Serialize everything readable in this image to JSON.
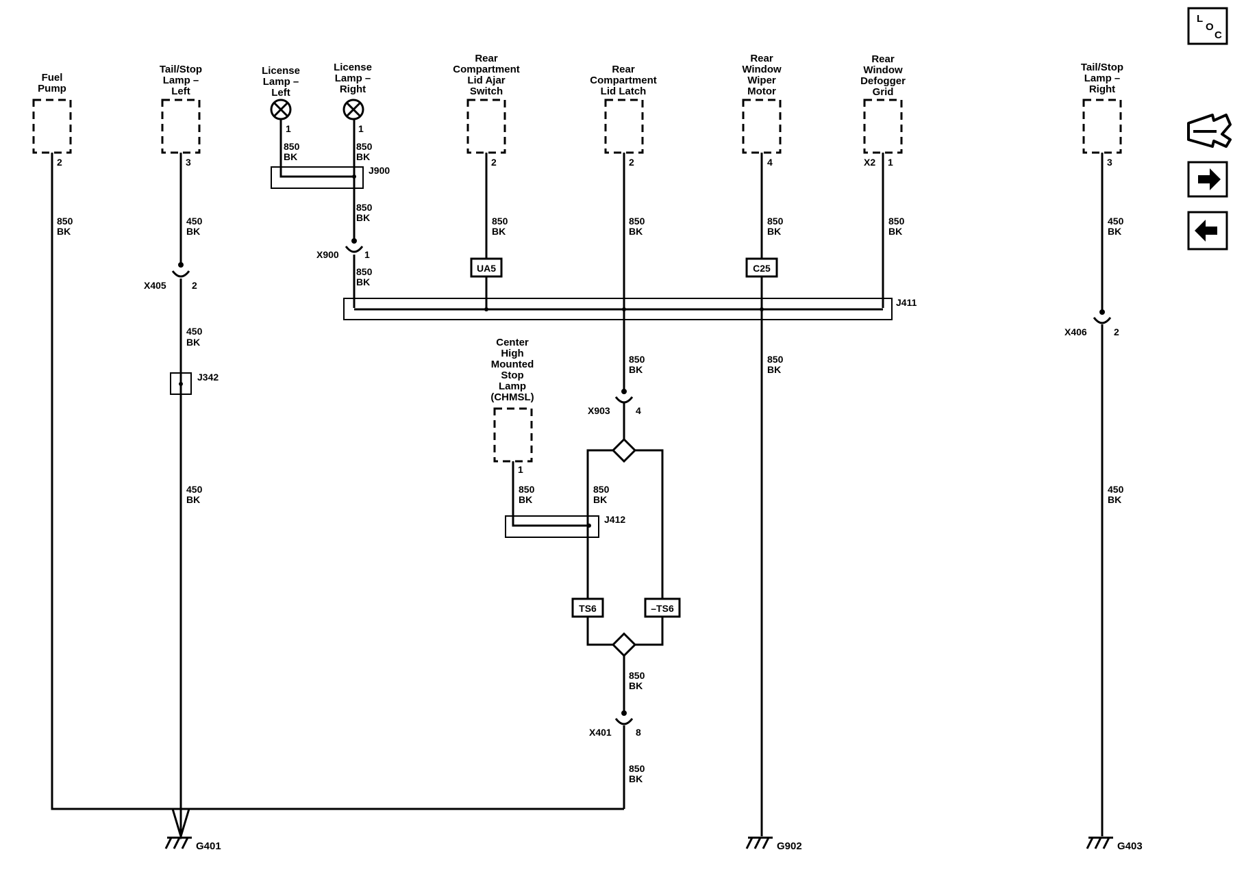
{
  "components": {
    "fuel_pump": {
      "label": [
        "Fuel",
        "Pump"
      ],
      "pin": "2"
    },
    "tail_stop_left": {
      "label": [
        "Tail/Stop",
        "Lamp –",
        "Left"
      ],
      "pin": "3"
    },
    "license_left": {
      "label": [
        "License",
        "Lamp –",
        "Left"
      ],
      "pin": "1"
    },
    "license_right": {
      "label": [
        "License",
        "Lamp –",
        "Right"
      ],
      "pin": "1"
    },
    "lid_ajar": {
      "label": [
        "Rear",
        "Compartment",
        "Lid Ajar",
        "Switch"
      ],
      "pin": "2"
    },
    "lid_latch": {
      "label": [
        "Rear",
        "Compartment",
        "Lid Latch"
      ],
      "pin": "2"
    },
    "wiper_motor": {
      "label": [
        "Rear",
        "Window",
        "Wiper",
        "Motor"
      ],
      "pin": "4"
    },
    "defogger": {
      "label": [
        "Rear",
        "Window",
        "Defogger",
        "Grid"
      ],
      "pin": "1",
      "connector": "X2"
    },
    "tail_stop_right": {
      "label": [
        "Tail/Stop",
        "Lamp –",
        "Right"
      ],
      "pin": "3"
    },
    "chmsl": {
      "label": [
        "Center",
        "High",
        "Mounted",
        "Stop",
        "Lamp",
        "(CHMSL)"
      ],
      "pin": "1"
    }
  },
  "wires": {
    "w850": [
      "850",
      "BK"
    ],
    "w450": [
      "450",
      "BK"
    ]
  },
  "splices": {
    "j900": "J900",
    "j411": "J411",
    "j342": "J342",
    "j412": "J412"
  },
  "connectors": {
    "x900": {
      "name": "X900",
      "pin": "1"
    },
    "x405": {
      "name": "X405",
      "pin": "2"
    },
    "x903": {
      "name": "X903",
      "pin": "4"
    },
    "x401": {
      "name": "X401",
      "pin": "8"
    },
    "x406": {
      "name": "X406",
      "pin": "2"
    }
  },
  "options": {
    "ua5": "UA5",
    "c25": "C25",
    "ts6": "TS6",
    "not_ts6": "–TS6"
  },
  "grounds": {
    "g401": "G401",
    "g902": "G902",
    "g403": "G403"
  },
  "nav": {
    "loc": [
      "L",
      "O",
      "C"
    ]
  }
}
